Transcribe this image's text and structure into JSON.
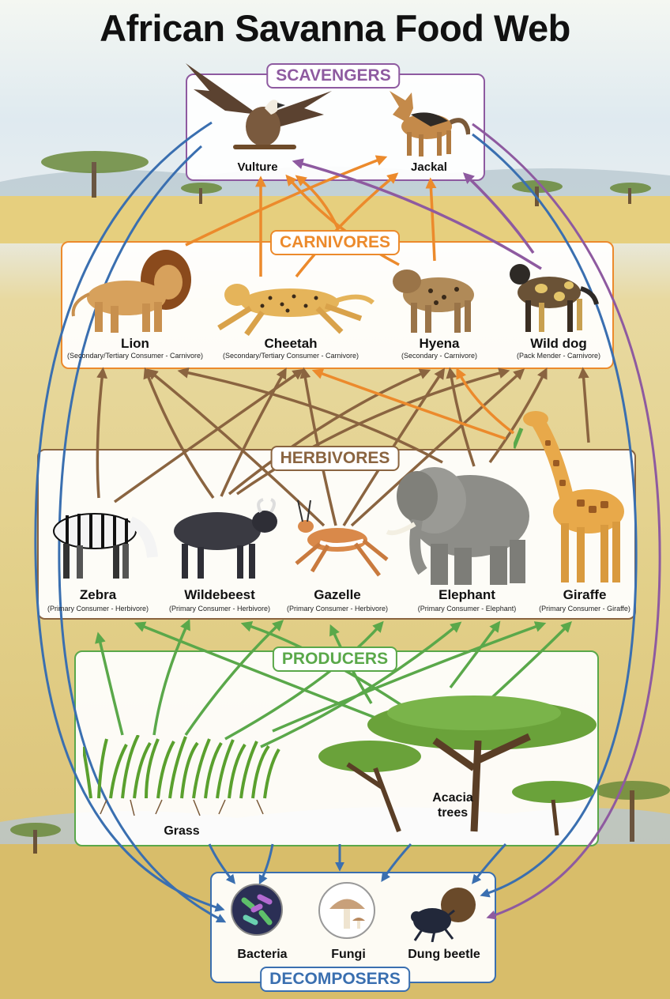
{
  "title": "African Savanna Food Web",
  "colors": {
    "scavengers": "#8e5aa0",
    "carnivores": "#ec8a2c",
    "herbivores": "#8a6440",
    "producers": "#5aa84a",
    "decomposers": "#3a6fb0"
  },
  "groups": {
    "scavengers": "SCAVENGERS",
    "carnivores": "CARNIVORES",
    "herbivores": "HERBIVORES",
    "producers": "PRODUCERS",
    "decomposers": "DECOMPOSERS"
  },
  "scavengers": [
    {
      "name": "Vulture",
      "icon": "vulture-icon"
    },
    {
      "name": "Jackal",
      "icon": "jackal-icon"
    }
  ],
  "carnivores": [
    {
      "name": "Lion",
      "role": "(Secondary/Tertiary Consumer - Carnivore)",
      "icon": "lion-icon"
    },
    {
      "name": "Cheetah",
      "role": "(Secondary/Tertiary Consumer - Carnivore)",
      "icon": "cheetah-icon"
    },
    {
      "name": "Hyena",
      "role": "(Secondary - Carnivore)",
      "icon": "hyena-icon"
    },
    {
      "name": "Wild dog",
      "role": "(Pack Mender - Carnivore)",
      "icon": "wild-dog-icon"
    }
  ],
  "herbivores": [
    {
      "name": "Zebra",
      "role": "(Primary Consumer - Herbivore)",
      "icon": "zebra-icon"
    },
    {
      "name": "Wildebeest",
      "role": "(Primary Consumer - Herbivore)",
      "icon": "wildebeest-icon"
    },
    {
      "name": "Gazelle",
      "role": "(Primary Consumer - Herbivore)",
      "icon": "gazelle-icon"
    },
    {
      "name": "Elephant",
      "role": "(Primary Consumer - Elephant)",
      "icon": "elephant-icon"
    },
    {
      "name": "Giraffe",
      "role": "(Primary Consumer - Giraffe)",
      "icon": "giraffe-icon"
    }
  ],
  "producers": [
    {
      "name": "Grass",
      "icon": "grass-icon"
    },
    {
      "name": "Acacia\ntrees",
      "icon": "acacia-tree-icon"
    }
  ],
  "decomposers": [
    {
      "name": "Bacteria",
      "icon": "bacteria-icon"
    },
    {
      "name": "Fungi",
      "icon": "fungi-icon"
    },
    {
      "name": "Dung beetle",
      "icon": "dung-beetle-icon"
    }
  ]
}
